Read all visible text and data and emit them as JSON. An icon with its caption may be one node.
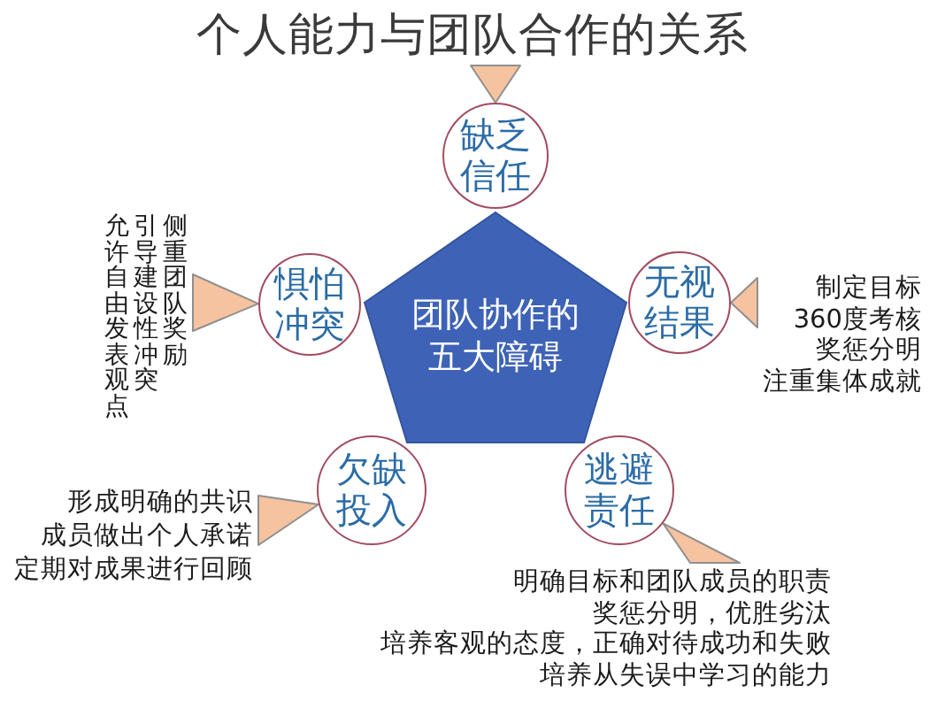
{
  "diagram": {
    "title": "个人能力与团队合作的关系",
    "nodes": [
      {
        "text": [
          "缺乏信任"
        ]
      },
      {
        "text": [
          "团队协作的五大障碍"
        ]
      },
      {
        "text": [
          "惧怕冲突"
        ]
      },
      {
        "text": [
          "无视结果"
        ]
      },
      {
        "text": [
          "欠缺投入"
        ]
      },
      {
        "text": [
          "逃避责任"
        ]
      },
      {
        "text": [
          "允许自由发表观点",
          "引导建设性冲突",
          "侧重团队奖励"
        ]
      },
      {
        "text": [
          "制定目标",
          "360度考核",
          "奖惩分明",
          "注重集体成就"
        ]
      },
      {
        "text": [
          "形成明确的共识",
          "成员做出个人承诺",
          "定期对成果进行回顾"
        ]
      },
      {
        "text": [
          "明确目标和团队成员的职责",
          "奖惩分明，优胜劣汰",
          "培养客观的态度，正确对待成功和失败",
          "培养从失误中学习的能力"
        ]
      }
    ],
    "edges": [
      {
        "from": null,
        "to": 0,
        "arrow": "to"
      },
      {
        "from": 6,
        "to": 2,
        "arrow": "to"
      },
      {
        "from": 7,
        "to": 3,
        "arrow": "to"
      },
      {
        "from": 8,
        "to": 4,
        "arrow": "to"
      },
      {
        "from": 9,
        "to": 5,
        "arrow": "to"
      }
    ]
  }
}
